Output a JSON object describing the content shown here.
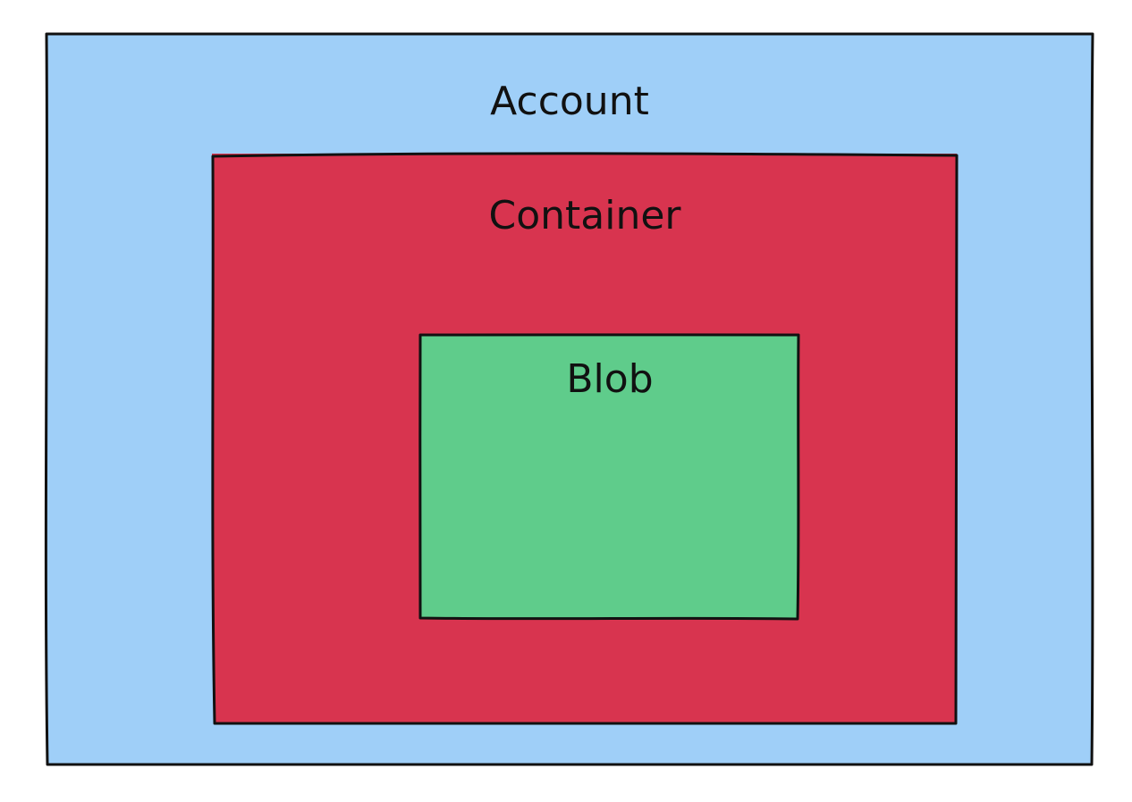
{
  "diagram": {
    "account": {
      "label": "Account",
      "fill": "#9fcff8"
    },
    "container": {
      "label": "Container",
      "fill": "#d8344f"
    },
    "blob": {
      "label": "Blob",
      "fill": "#5fcc8b"
    }
  }
}
